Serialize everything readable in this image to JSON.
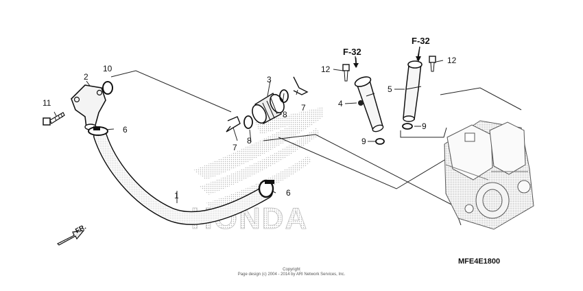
{
  "watermark": {
    "text": "HONDA"
  },
  "direction_arrow": {
    "label": "FR."
  },
  "refs": {
    "left": "F-32",
    "right": "F-32"
  },
  "diagram_code": "MFE4E1800",
  "copyright": {
    "line1": "Copyright",
    "line2": "Page design (c) 2004 - 2014 by ARI Network Services, Inc."
  },
  "callouts": {
    "c1": "1",
    "c2": "2",
    "c3": "3",
    "c4": "4",
    "c5": "5",
    "c6a": "6",
    "c6b": "6",
    "c7a": "7",
    "c7b": "7",
    "c8a": "8",
    "c8b": "8",
    "c9a": "9",
    "c9b": "9",
    "c10": "10",
    "c11": "11",
    "c12a": "12",
    "c12b": "12"
  }
}
